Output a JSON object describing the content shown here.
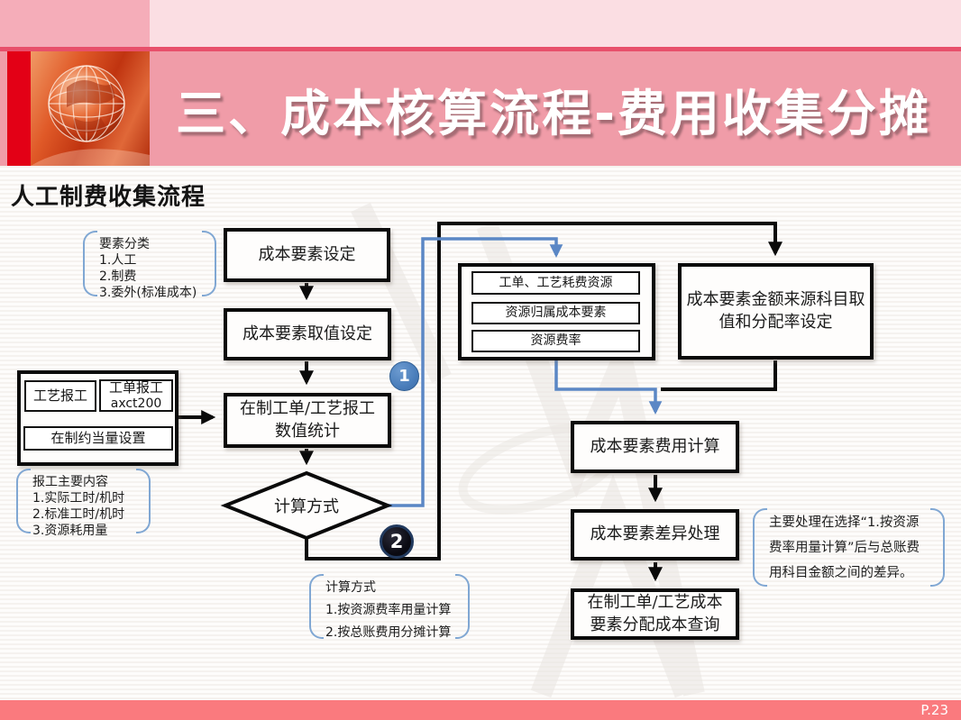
{
  "header": {
    "title": "三、成本核算流程-费用收集分摊"
  },
  "section": {
    "heading": "人工制费收集流程"
  },
  "footer": {
    "page": "P.23"
  },
  "flow": {
    "cost_element_setup": "成本要素设定",
    "cost_element_value_setup": "成本要素取值设定",
    "wip_report_stats_line1": "在制工单/工艺报工",
    "wip_report_stats_line2": "数值统计",
    "decision": "计算方式",
    "left_group": {
      "process_report": "工艺报工",
      "workorder_report_line1": "工单报工",
      "workorder_report_line2": "axct200",
      "wip_equivalent": "在制约当量设置"
    },
    "right_group": {
      "item1": "工单、工艺耗费资源",
      "item2": "资源归属成本要素",
      "item3": "资源费率"
    },
    "source_account_line1": "成本要素金额来源科目取",
    "source_account_line2": "值和分配率设定",
    "expense_calc": "成本要素费用计算",
    "variance_handling": "成本要素差异处理",
    "query_line1": "在制工单/工艺成本",
    "query_line2": "要素分配成本查询",
    "badge1": "1",
    "badge2": "2"
  },
  "callouts": {
    "element_types": {
      "title": "要素分类",
      "items": [
        "1.人工",
        "2.制费",
        "3.委外(标准成本)"
      ]
    },
    "report_content": {
      "title": "报工主要内容",
      "items": [
        "1.实际工时/机时",
        "2.标准工时/机时",
        "3.资源耗用量"
      ]
    },
    "calc_methods": {
      "title": "计算方式",
      "items": [
        "1.按资源费率用量计算",
        "2.按总账费用分摊计算"
      ]
    },
    "variance_note": {
      "lines": [
        "主要处理在选择“1.按资源",
        "费率用量计算”后与总账费",
        "用科目金额之间的差异。"
      ]
    }
  },
  "colors": {
    "banner_pink": "#f09ca8",
    "red_bar": "#e30016",
    "divider_red": "#e8506b",
    "footer_bar": "#fa7a7e",
    "connector_blue": "#5b87c5",
    "badge1_fill": "#4a7ebb",
    "badge2_fill": "#0a0a12"
  }
}
